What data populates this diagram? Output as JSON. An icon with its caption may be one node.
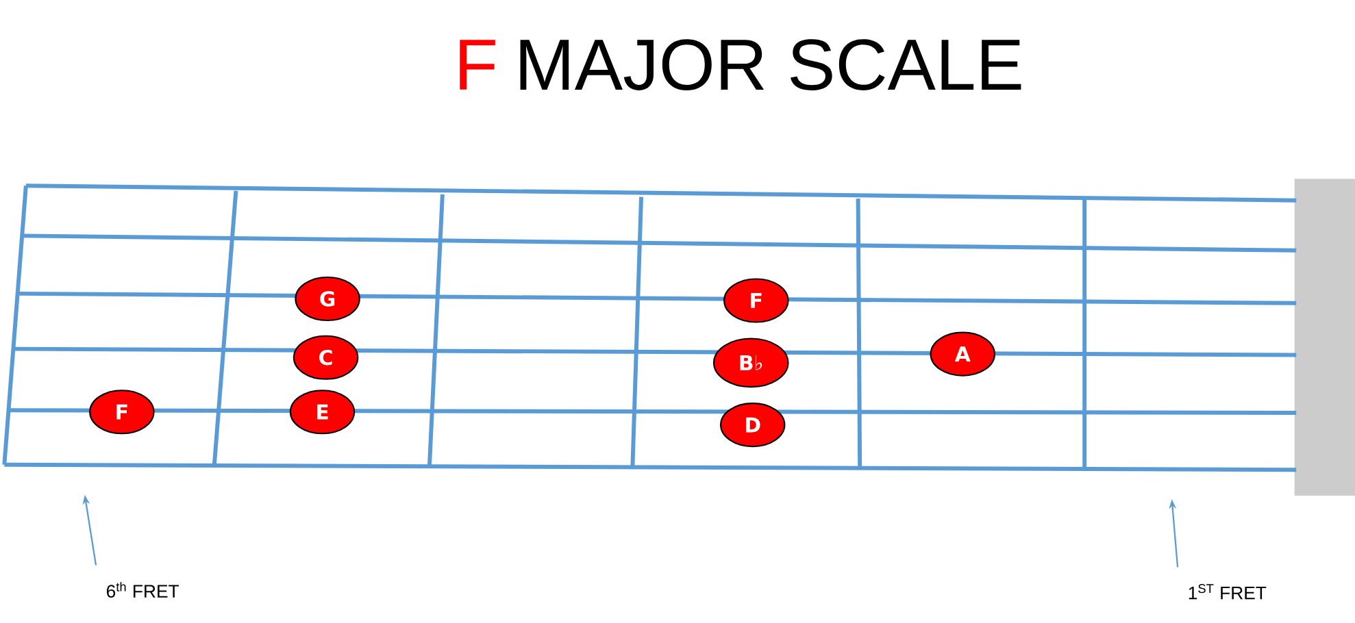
{
  "diagram": {
    "title": "MAJOR SCALE",
    "nodes": [
      {
        "text": [
          "F"
        ]
      },
      {
        "text": [
          "G"
        ]
      },
      {
        "text": [
          "C"
        ]
      },
      {
        "text": [
          "E"
        ]
      },
      {
        "text": [
          "F"
        ]
      },
      {
        "text": [
          "B♭"
        ]
      },
      {
        "text": [
          "D"
        ]
      },
      {
        "text": [
          "A"
        ]
      },
      {
        "text": [
          "6$^{th}$ FRET"
        ]
      },
      {
        "text": [
          "1$^{ST}$ FRET"
        ]
      }
    ],
    "edges": [
      {
        "from": 8,
        "to": null,
        "arrow": "to"
      },
      {
        "from": 9,
        "to": null,
        "arrow": "to"
      }
    ],
    "labels": [
      "F"
    ]
  }
}
